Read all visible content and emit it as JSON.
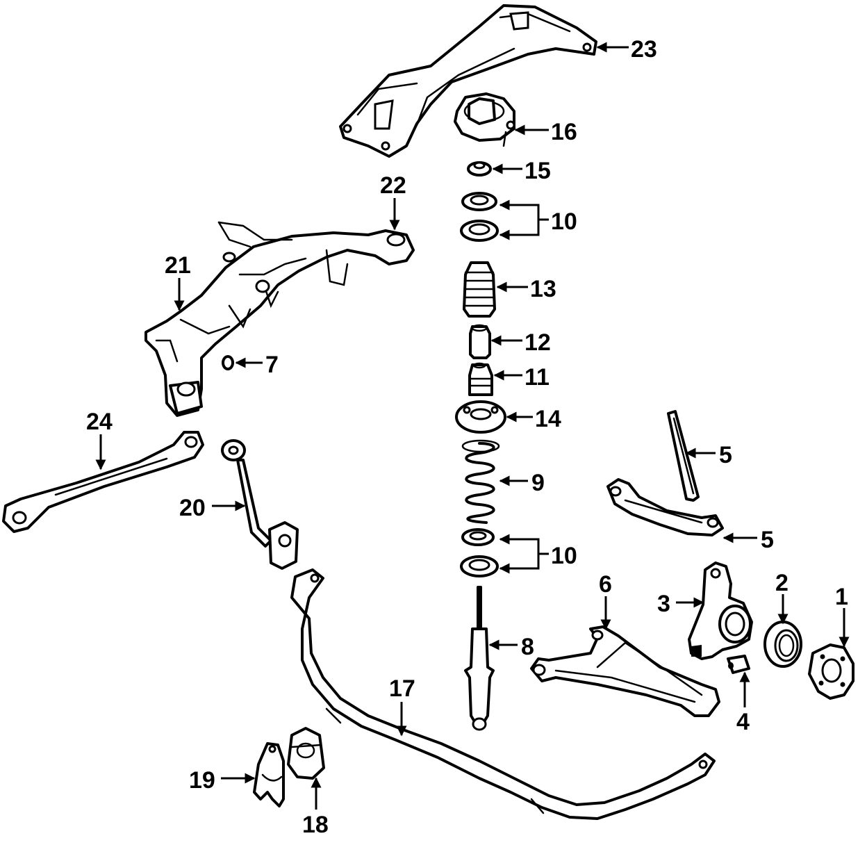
{
  "diagram": {
    "colors": {
      "line": "#000000",
      "background": "#ffffff"
    },
    "callouts": [
      {
        "id": "1",
        "label": "1"
      },
      {
        "id": "2",
        "label": "2"
      },
      {
        "id": "3",
        "label": "3"
      },
      {
        "id": "4",
        "label": "4"
      },
      {
        "id": "5a",
        "label": "5"
      },
      {
        "id": "5b",
        "label": "5"
      },
      {
        "id": "6",
        "label": "6"
      },
      {
        "id": "7",
        "label": "7"
      },
      {
        "id": "8",
        "label": "8"
      },
      {
        "id": "9",
        "label": "9"
      },
      {
        "id": "10a",
        "label": "10"
      },
      {
        "id": "10b",
        "label": "10"
      },
      {
        "id": "11",
        "label": "11"
      },
      {
        "id": "12",
        "label": "12"
      },
      {
        "id": "13",
        "label": "13"
      },
      {
        "id": "14",
        "label": "14"
      },
      {
        "id": "15",
        "label": "15"
      },
      {
        "id": "16",
        "label": "16"
      },
      {
        "id": "17",
        "label": "17"
      },
      {
        "id": "18",
        "label": "18"
      },
      {
        "id": "19",
        "label": "19"
      },
      {
        "id": "20",
        "label": "20"
      },
      {
        "id": "21",
        "label": "21"
      },
      {
        "id": "22",
        "label": "22"
      },
      {
        "id": "23",
        "label": "23"
      },
      {
        "id": "24",
        "label": "24"
      }
    ]
  }
}
